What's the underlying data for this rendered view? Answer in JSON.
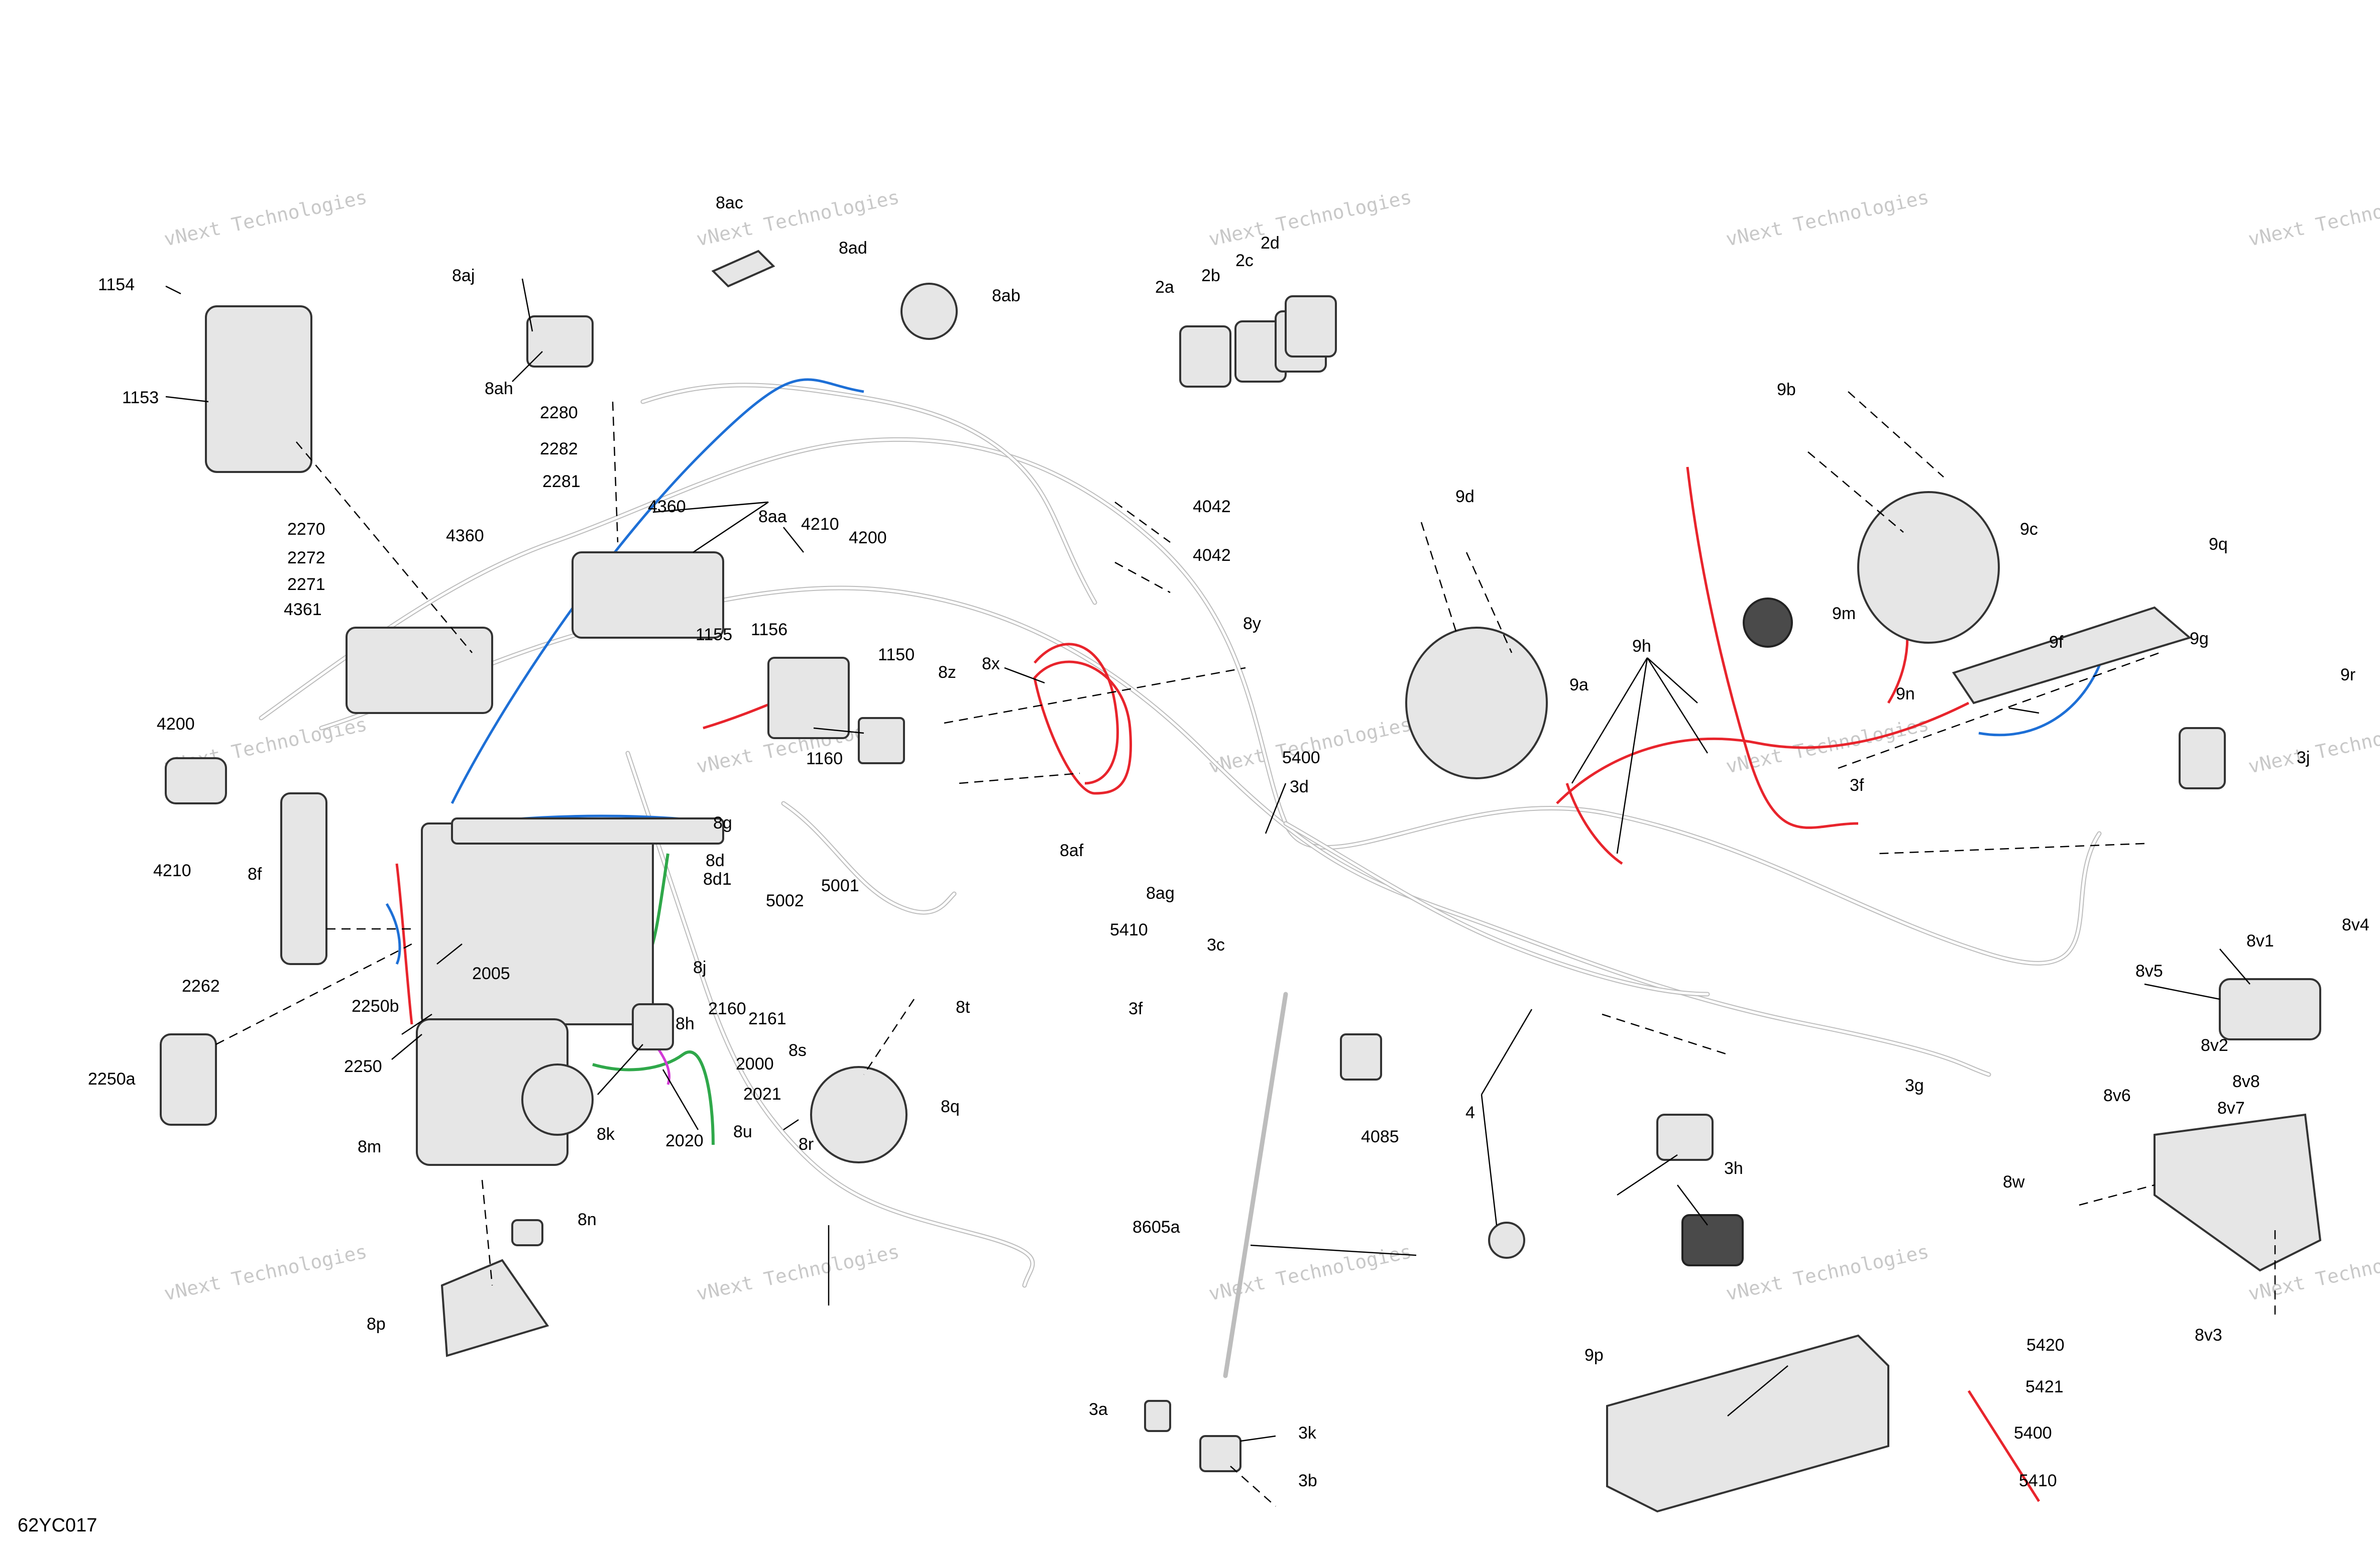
{
  "diagram": {
    "reference_code": "62YC017",
    "watermark_line1": "vNext Technologies",
    "watermark_line2": "Technologies",
    "colors": {
      "red_harness": "#e8242c",
      "blue_harness": "#1d6fd6",
      "green_harness": "#2fa84a",
      "magenta_harness": "#d23ad6",
      "grey_harness": "#bdbdbd"
    },
    "callouts": [
      {
        "id": "c-8ac",
        "label": "8ac"
      },
      {
        "id": "c-8ad",
        "label": "8ad"
      },
      {
        "id": "c-8ab",
        "label": "8ab"
      },
      {
        "id": "c-8aj",
        "label": "8aj"
      },
      {
        "id": "c-8ah",
        "label": "8ah"
      },
      {
        "id": "c-1154",
        "label": "1154"
      },
      {
        "id": "c-1153",
        "label": "1153"
      },
      {
        "id": "c-2a",
        "label": "2a"
      },
      {
        "id": "c-2b",
        "label": "2b"
      },
      {
        "id": "c-2c",
        "label": "2c"
      },
      {
        "id": "c-2d",
        "label": "2d"
      },
      {
        "id": "c-9b",
        "label": "9b"
      },
      {
        "id": "c-2280",
        "label": "2280"
      },
      {
        "id": "c-2282",
        "label": "2282"
      },
      {
        "id": "c-2281",
        "label": "2281"
      },
      {
        "id": "c-4360a",
        "label": "4360"
      },
      {
        "id": "c-4360b",
        "label": "4360"
      },
      {
        "id": "c-8aa",
        "label": "8aa"
      },
      {
        "id": "c-4210a",
        "label": "4210"
      },
      {
        "id": "c-4200a",
        "label": "4200"
      },
      {
        "id": "c-4042a",
        "label": "4042"
      },
      {
        "id": "c-4042b",
        "label": "4042"
      },
      {
        "id": "c-9d",
        "label": "9d"
      },
      {
        "id": "c-9c",
        "label": "9c"
      },
      {
        "id": "c-9q",
        "label": "9q"
      },
      {
        "id": "c-2270",
        "label": "2270"
      },
      {
        "id": "c-2272",
        "label": "2272"
      },
      {
        "id": "c-2271",
        "label": "2271"
      },
      {
        "id": "c-4361",
        "label": "4361"
      },
      {
        "id": "c-1155",
        "label": "1155"
      },
      {
        "id": "c-1156",
        "label": "1156"
      },
      {
        "id": "c-1150",
        "label": "1150"
      },
      {
        "id": "c-8y",
        "label": "8y"
      },
      {
        "id": "c-9m",
        "label": "9m"
      },
      {
        "id": "c-9h",
        "label": "9h"
      },
      {
        "id": "c-9g",
        "label": "9g"
      },
      {
        "id": "c-9r",
        "label": "9r"
      },
      {
        "id": "c-8x",
        "label": "8x"
      },
      {
        "id": "c-8z",
        "label": "8z"
      },
      {
        "id": "c-9a",
        "label": "9a"
      },
      {
        "id": "c-9n",
        "label": "9n"
      },
      {
        "id": "c-9f",
        "label": "9f"
      },
      {
        "id": "c-4200b",
        "label": "4200"
      },
      {
        "id": "c-1160",
        "label": "1160"
      },
      {
        "id": "c-5400a",
        "label": "5400"
      },
      {
        "id": "c-3d",
        "label": "3d"
      },
      {
        "id": "c-3j",
        "label": "3j"
      },
      {
        "id": "c-3f-a",
        "label": "3f"
      },
      {
        "id": "c-8g",
        "label": "8g"
      },
      {
        "id": "c-8af",
        "label": "8af"
      },
      {
        "id": "c-4210b",
        "label": "4210"
      },
      {
        "id": "c-8f",
        "label": "8f"
      },
      {
        "id": "c-8d",
        "label": "8d"
      },
      {
        "id": "c-8d1",
        "label": "8d1"
      },
      {
        "id": "c-8ag",
        "label": "8ag"
      },
      {
        "id": "c-5001",
        "label": "5001"
      },
      {
        "id": "c-5002",
        "label": "5002"
      },
      {
        "id": "c-5410a",
        "label": "5410"
      },
      {
        "id": "c-3c",
        "label": "3c"
      },
      {
        "id": "c-8v4",
        "label": "8v4"
      },
      {
        "id": "c-8v1",
        "label": "8v1"
      },
      {
        "id": "c-8v5",
        "label": "8v5"
      },
      {
        "id": "c-2005",
        "label": "2005"
      },
      {
        "id": "c-8j",
        "label": "8j"
      },
      {
        "id": "c-2262",
        "label": "2262"
      },
      {
        "id": "c-2250b",
        "label": "2250b"
      },
      {
        "id": "c-3f-b",
        "label": "3f"
      },
      {
        "id": "c-8t",
        "label": "8t"
      },
      {
        "id": "c-2160",
        "label": "2160"
      },
      {
        "id": "c-2161",
        "label": "2161"
      },
      {
        "id": "c-8h",
        "label": "8h"
      },
      {
        "id": "c-8v2",
        "label": "8v2"
      },
      {
        "id": "c-2000",
        "label": "2000"
      },
      {
        "id": "c-2250a",
        "label": "2250a"
      },
      {
        "id": "c-2250",
        "label": "2250"
      },
      {
        "id": "c-8s",
        "label": "8s"
      },
      {
        "id": "c-3g",
        "label": "3g"
      },
      {
        "id": "c-8v8",
        "label": "8v8"
      },
      {
        "id": "c-8v6",
        "label": "8v6"
      },
      {
        "id": "c-8v7",
        "label": "8v7"
      },
      {
        "id": "c-2021",
        "label": "2021"
      },
      {
        "id": "c-8q",
        "label": "8q"
      },
      {
        "id": "c-8m",
        "label": "8m"
      },
      {
        "id": "c-8k",
        "label": "8k"
      },
      {
        "id": "c-8u",
        "label": "8u"
      },
      {
        "id": "c-4",
        "label": "4"
      },
      {
        "id": "c-4085",
        "label": "4085"
      },
      {
        "id": "c-2020",
        "label": "2020"
      },
      {
        "id": "c-8r",
        "label": "8r"
      },
      {
        "id": "c-3h",
        "label": "3h"
      },
      {
        "id": "c-8w",
        "label": "8w"
      },
      {
        "id": "c-8n",
        "label": "8n"
      },
      {
        "id": "c-8605a",
        "label": "8605a"
      },
      {
        "id": "c-8p",
        "label": "8p"
      },
      {
        "id": "c-9p",
        "label": "9p"
      },
      {
        "id": "c-8v3",
        "label": "8v3"
      },
      {
        "id": "c-5420",
        "label": "5420"
      },
      {
        "id": "c-5421",
        "label": "5421"
      },
      {
        "id": "c-3a",
        "label": "3a"
      },
      {
        "id": "c-3k",
        "label": "3k"
      },
      {
        "id": "c-5400b",
        "label": "5400"
      },
      {
        "id": "c-3b",
        "label": "3b"
      },
      {
        "id": "c-5410b",
        "label": "5410"
      }
    ]
  }
}
